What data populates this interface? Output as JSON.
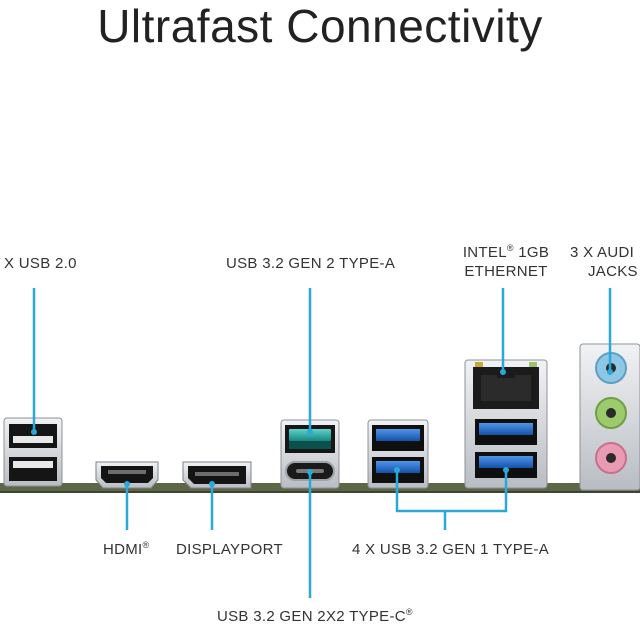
{
  "title": "Ultrafast Connectivity",
  "labels": {
    "usb20": "X USB 2.0",
    "usb32g2a": "USB 3.2 GEN 2 TYPE-A",
    "ethernet_line1": "INTEL",
    "ethernet_reg": "®",
    "ethernet_line1_rest": " 1GB",
    "ethernet_line2": "ETHERNET",
    "audio_line1": "3 X AUDI",
    "audio_line2": "JACKS",
    "hdmi": "HDMI",
    "hdmi_reg": "®",
    "displayport": "DISPLAYPORT",
    "usb32g1a": "4 X USB 3.2 GEN 1 TYPE-A",
    "usb32g2x2c": "USB 3.2 GEN 2X2 TYPE-C",
    "usb32g2x2c_reg": "®"
  },
  "colors": {
    "callout_line": "#2aa8d8",
    "board": "#5d6748",
    "usb3_blue": "#1d67c9",
    "usb_teal": "#1fa7a3",
    "audio_blue": "#8ec7e6",
    "audio_green": "#9ccb6e",
    "audio_pink": "#e89bb3",
    "metal": "#d9dce0"
  }
}
